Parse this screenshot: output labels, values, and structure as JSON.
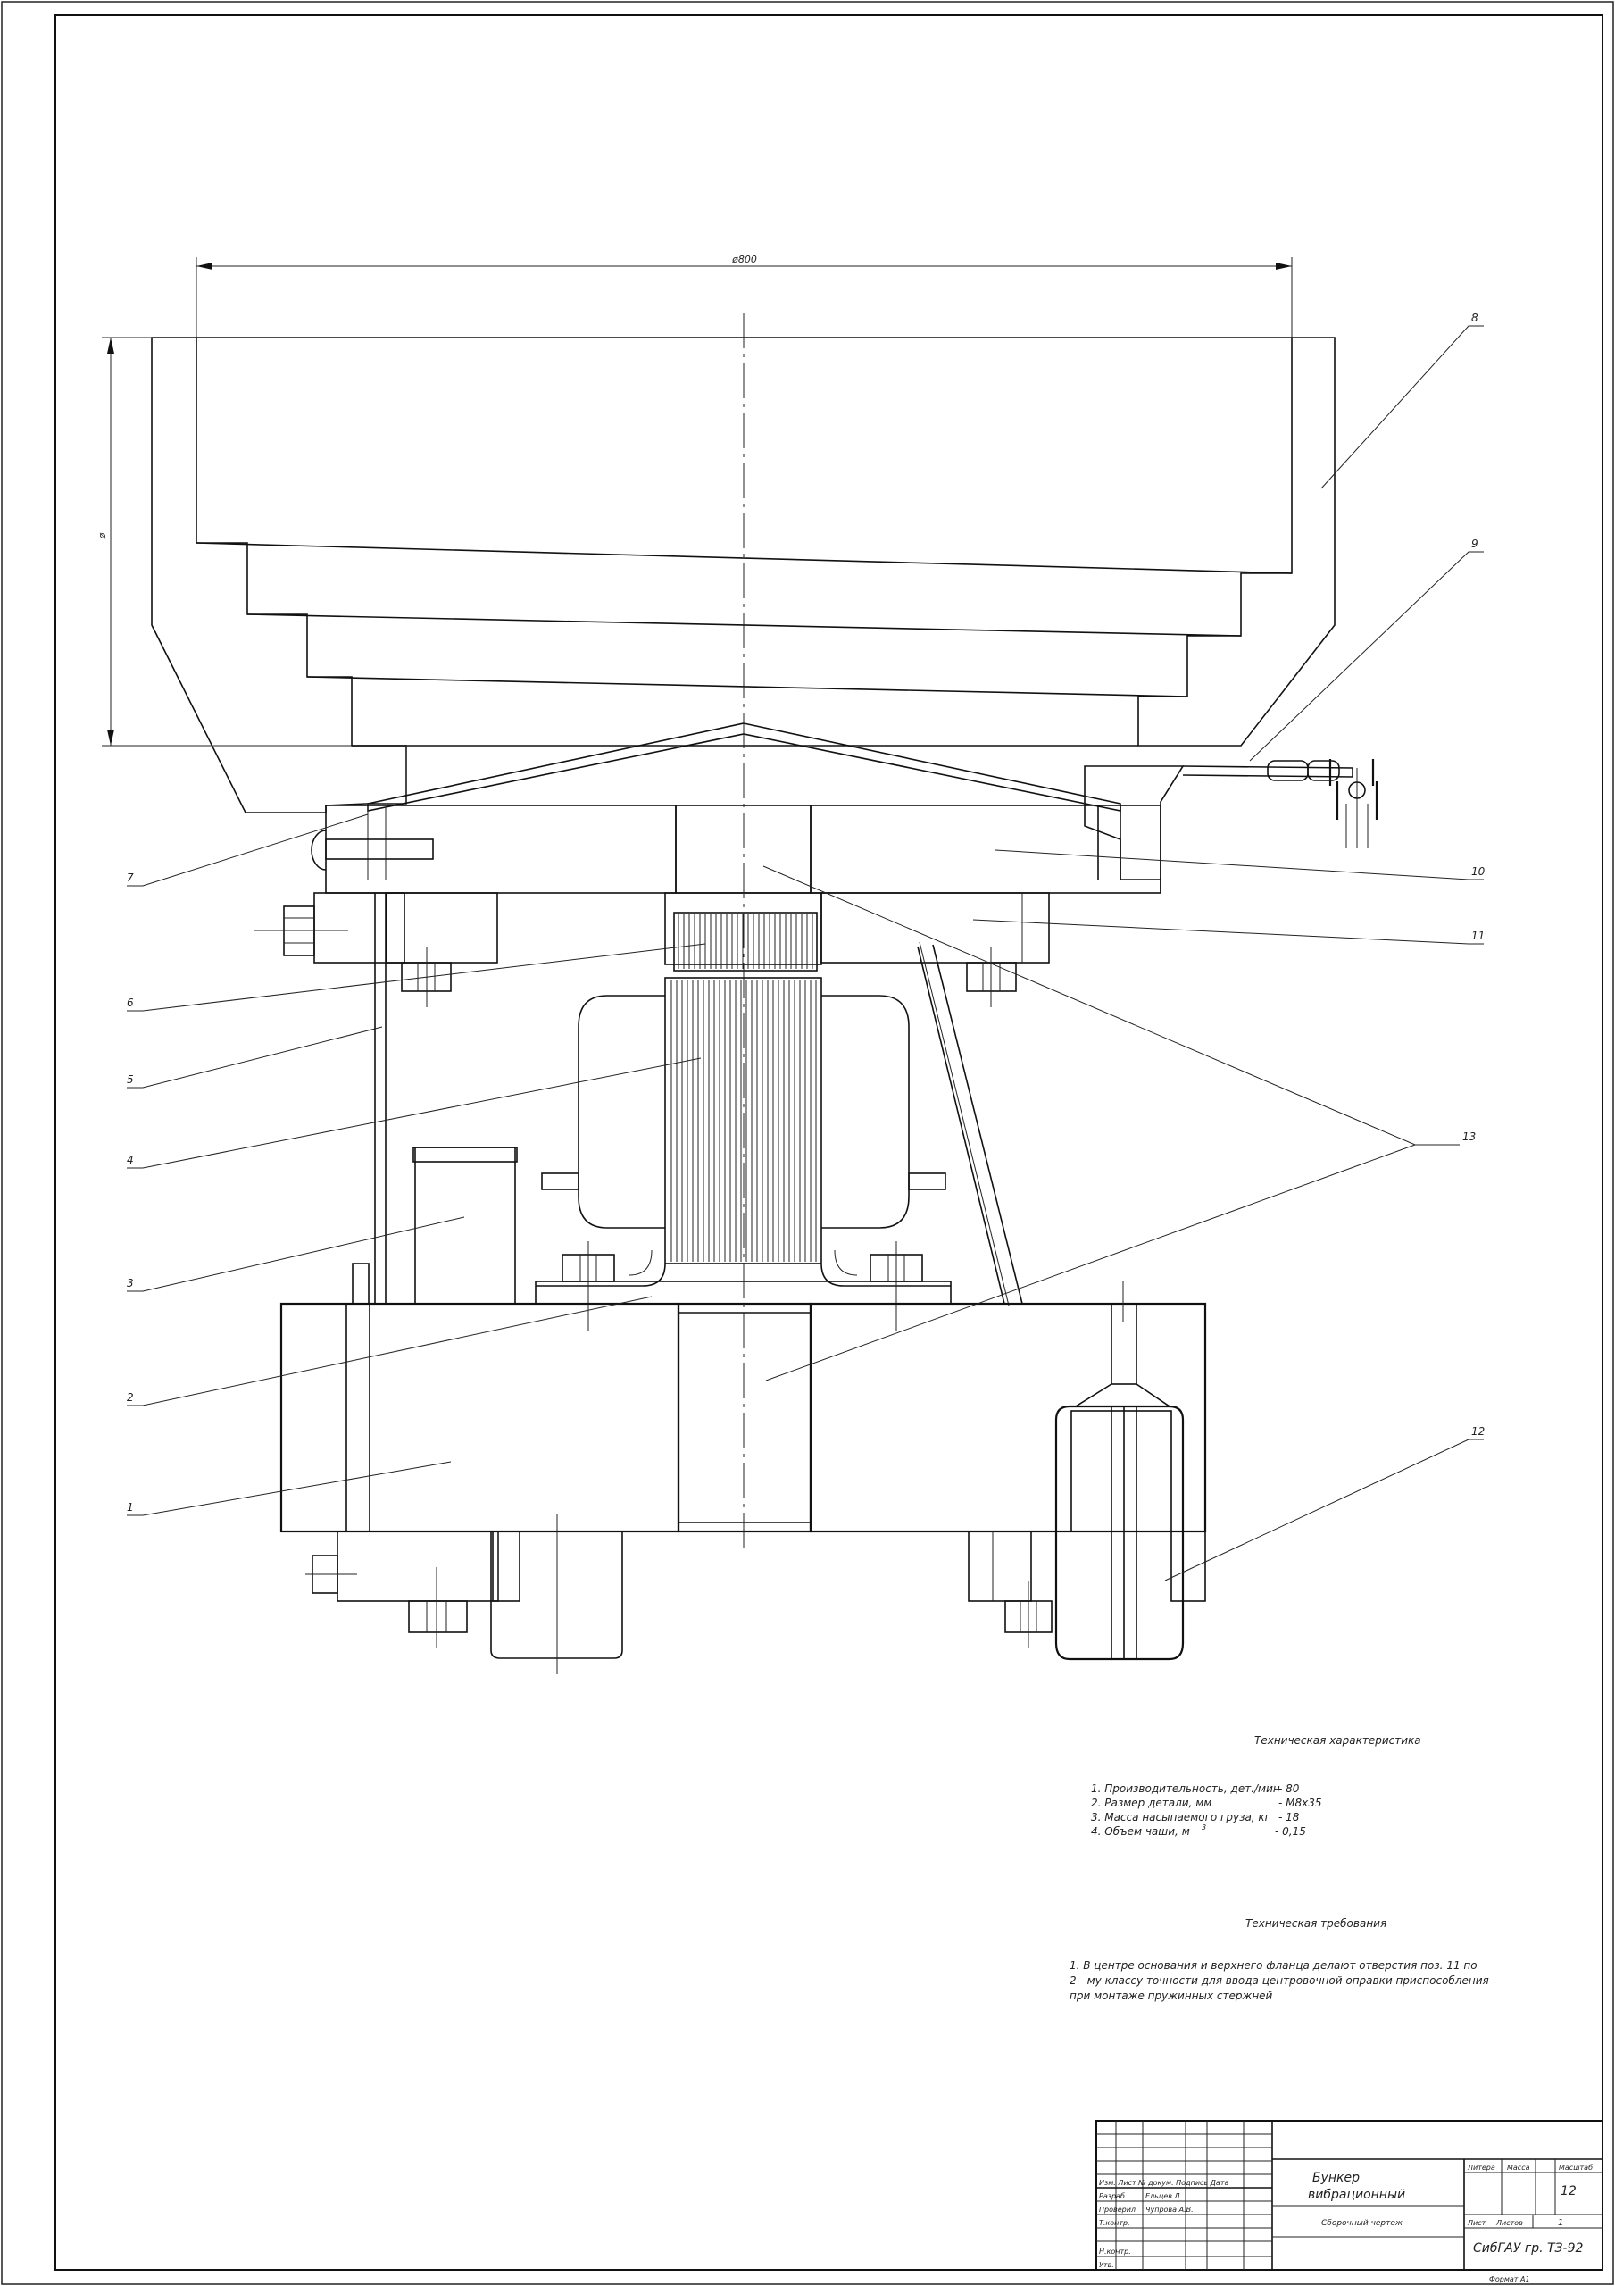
{
  "drawing": {
    "dimensions": {
      "diameter": "ø800",
      "height": "ø"
    },
    "callouts": [
      "1",
      "2",
      "3",
      "4",
      "5",
      "6",
      "7",
      "8",
      "9",
      "10",
      "11",
      "12",
      "13"
    ]
  },
  "specs": {
    "title": "Техническая характеристика",
    "items": [
      {
        "label": "1. Производительность, дет./мин",
        "value": "- 80"
      },
      {
        "label": "2. Размер детали, мм",
        "value": "- М8х35"
      },
      {
        "label": "3. Масса насыпаемого груза, кг",
        "value": "- 18"
      },
      {
        "label": "4. Объем чаши, м",
        "value": "- 0,15",
        "sup": "3"
      }
    ]
  },
  "requirements": {
    "title": "Техническая требования",
    "lines": [
      "1. В центре основания и верхнего фланца делают отверстия поз. 11 по",
      "2 - му классу точности для ввода центровочной оправки приспособления",
      "при монтаже пружинных стержней"
    ]
  },
  "titleblock": {
    "row_header": "Изм. Лист  № докум.  Подпись  Дата",
    "roles": [
      {
        "role": "Разраб.",
        "name": "Ельцев Л."
      },
      {
        "role": "Проверил",
        "name": "Чупрова А.В."
      },
      {
        "role": "Т.контр."
      },
      {
        "role": "Н.контр."
      },
      {
        "role": "Утв."
      }
    ],
    "name_line1": "Бункер",
    "name_line2": "вибрационный",
    "doc_type": "Сборочный чертеж",
    "col_letter": "Литера",
    "col_mass": "Масса",
    "col_scale": "Масштаб",
    "scale": "12",
    "sheet_label": "Лист",
    "sheets_label": "Листов",
    "sheets": "1",
    "org": "СибГАУ гр. ТЗ-92",
    "format": "Формат А1"
  }
}
